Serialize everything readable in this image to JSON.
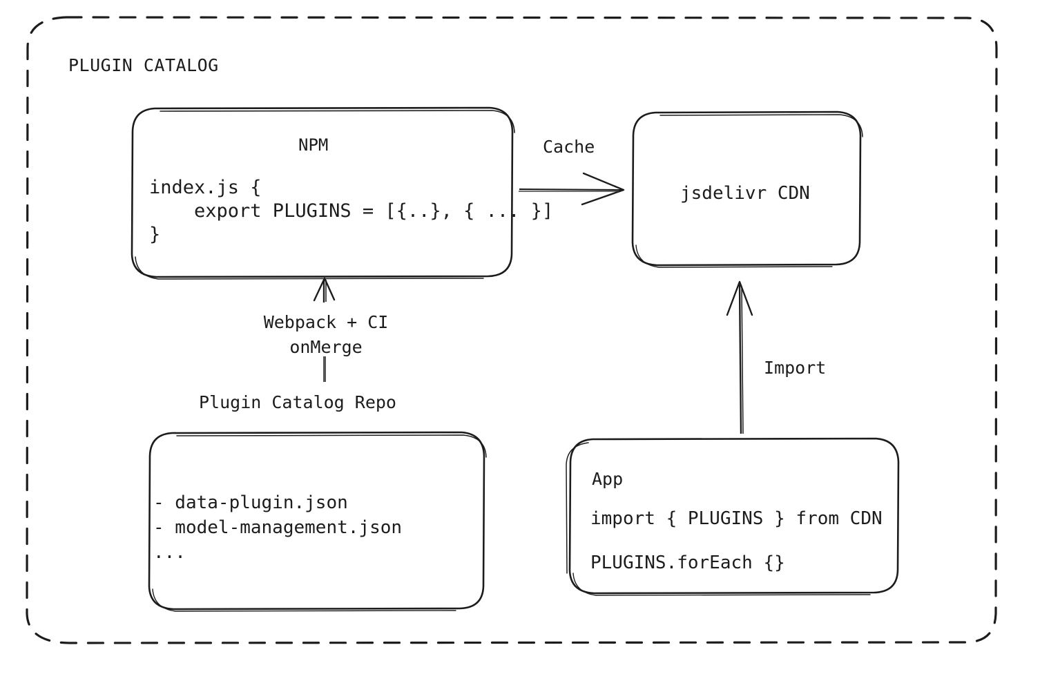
{
  "diagram": {
    "title": "PLUGIN CATALOG",
    "stroke_color": "#1c1c1c",
    "background_color": "#ffffff",
    "nodes": {
      "npm": {
        "title": "NPM",
        "code": "index.js {\n    export PLUGINS = [{..}, { ... }]\n}"
      },
      "cdn": {
        "title": "jsdelivr CDN"
      },
      "repo": {
        "caption": "Plugin Catalog Repo",
        "lines": "- data-plugin.json\n- model-management.json\n..."
      },
      "app": {
        "title": "App",
        "line1": "import { PLUGINS } from CDN",
        "line2": "PLUGINS.forEach {}"
      }
    },
    "edges": {
      "cache": "Cache",
      "import": "Import",
      "webpack": "Webpack + CI\nonMerge"
    }
  }
}
